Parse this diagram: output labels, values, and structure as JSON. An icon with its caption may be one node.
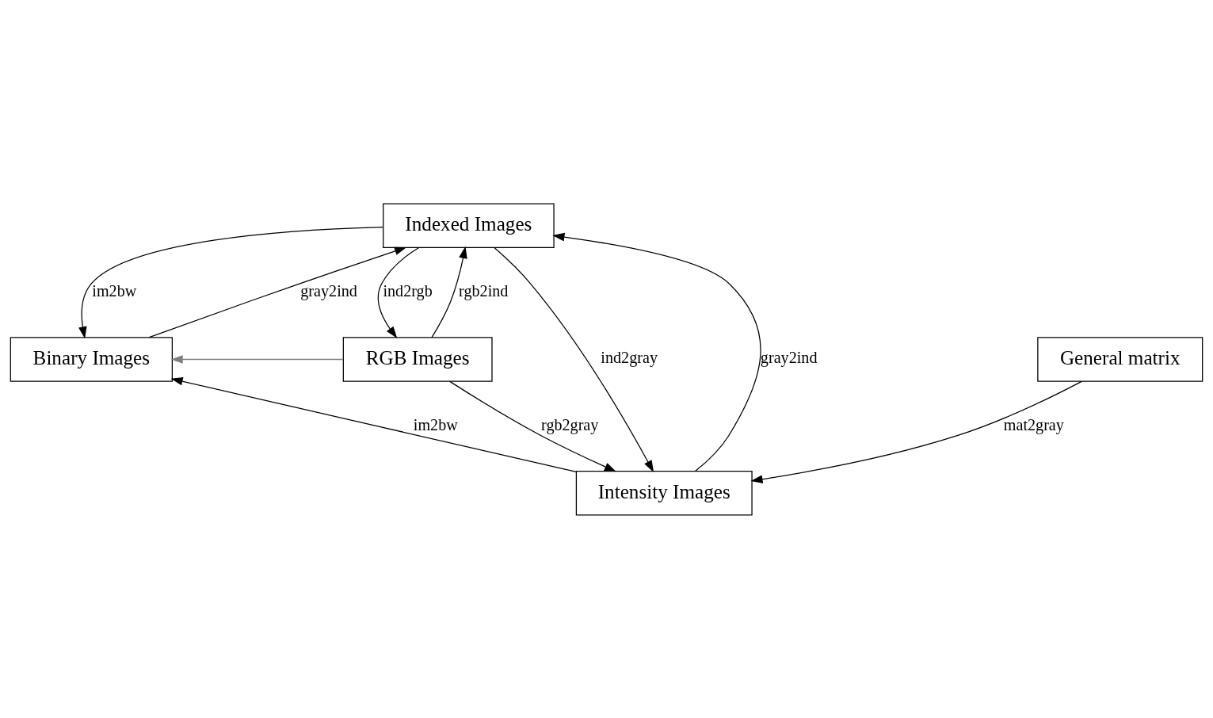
{
  "diagram": {
    "nodes": [
      {
        "text": [
          "Indexed Images"
        ]
      },
      {
        "text": [
          "Binary Images"
        ]
      },
      {
        "text": [
          "RGB Images"
        ]
      },
      {
        "text": [
          "Intensity Images"
        ]
      },
      {
        "text": [
          "General matrix"
        ]
      }
    ],
    "edges": [
      {
        "from": 0,
        "to": 1,
        "arrow": "to",
        "label": "im2bw"
      },
      {
        "from": 1,
        "to": 0,
        "arrow": "to",
        "label": "gray2ind"
      },
      {
        "from": 0,
        "to": 2,
        "arrow": "to",
        "label": "ind2rgb"
      },
      {
        "from": 2,
        "to": 0,
        "arrow": "to",
        "label": "rgb2ind"
      },
      {
        "from": 2,
        "to": 1,
        "arrow": "to",
        "color": "#808080"
      },
      {
        "from": 3,
        "to": 1,
        "arrow": "to",
        "label": "im2bw"
      },
      {
        "from": 3,
        "to": 0,
        "arrow": "to",
        "label": "gray2ind"
      },
      {
        "from": 0,
        "to": 3,
        "arrow": "to",
        "label": "ind2gray"
      },
      {
        "from": 2,
        "to": 3,
        "arrow": "to",
        "label": "rgb2gray"
      },
      {
        "from": 4,
        "to": 3,
        "arrow": "to",
        "label": "mat2gray"
      }
    ]
  }
}
